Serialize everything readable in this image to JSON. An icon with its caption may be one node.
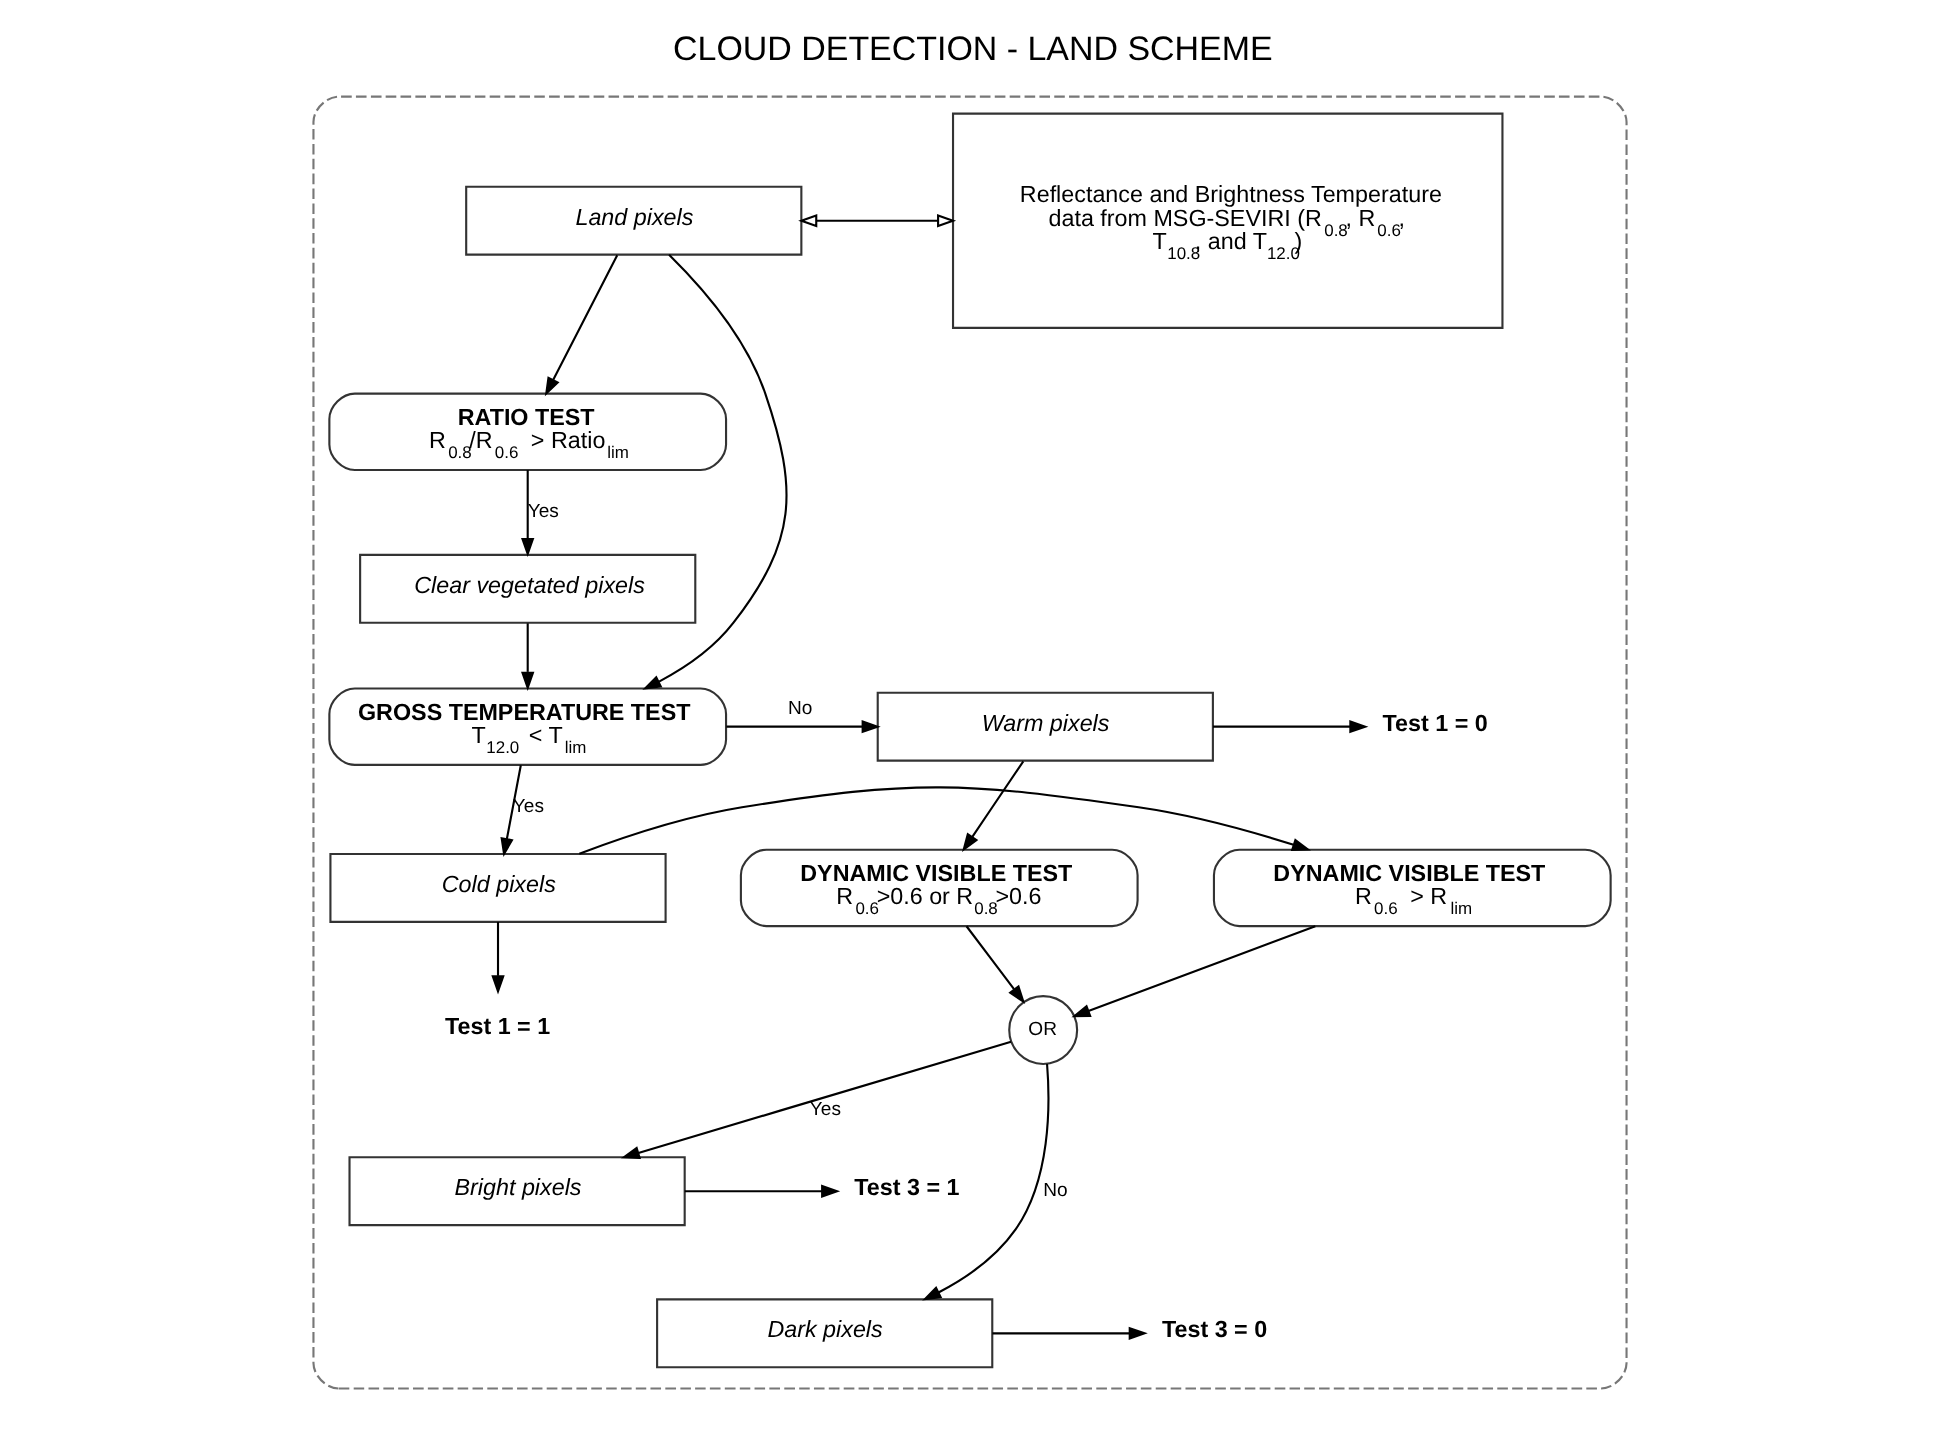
{
  "diagram": {
    "title": "CLOUD DETECTION - LAND SCHEME",
    "nodes": [
      {
        "text": [],
        "shape": "box"
      },
      {
        "text": [
          "Land pixels"
        ],
        "in": 0
      },
      {
        "text": [
          "Reflectance and Brightness Temperature data from MSG-SEVIRI (R$_{0.8}$, R$_{0.6}$, T$_{10.8}$, and T$_{12.0}$)"
        ],
        "in": 0
      },
      {
        "text": [
          "RATIO TEST",
          "R$_{0.8}$/R$_{0.6}$ > Ratio$_{lim}$"
        ],
        "in": 0
      },
      {
        "text": [
          "Clear vegetated pixels"
        ],
        "in": 0
      },
      {
        "text": [
          "GROSS TEMPERATURE TEST",
          "T$_{12.0}$ < T$_{lim}$"
        ],
        "in": 0
      },
      {
        "text": [
          "Warm pixels"
        ],
        "in": 0
      },
      {
        "text": [
          "Test 1 = 0"
        ],
        "in": 0
      },
      {
        "text": [
          "DYNAMIC VISIBLE TEST",
          "R$_{0.6}$>0.6 or R$_{0.8}$>0.6"
        ],
        "in": 0
      },
      {
        "text": [
          "Cold pixels"
        ],
        "in": 0
      },
      {
        "text": [
          "DYNAMIC VISIBLE TEST",
          "R$_{0.6}$ > R$_{lim}$"
        ],
        "in": 0
      },
      {
        "text": [
          "OR"
        ],
        "in": 0
      },
      {
        "text": [
          "Bright pixels"
        ],
        "in": 0
      },
      {
        "text": [
          "Test 3 = 1"
        ],
        "in": 0
      },
      {
        "text": [
          "Dark pixels"
        ],
        "in": 0
      },
      {
        "text": [
          "Test 3 = 0"
        ],
        "in": 0
      },
      {
        "text": [
          "Test 1 = 1"
        ],
        "in": 0
      }
    ],
    "edges": [
      {
        "from": 1,
        "to": 2,
        "arrow": "both"
      },
      {
        "from": 1,
        "to": 3,
        "arrow": "to"
      },
      {
        "from": 3,
        "to": 4,
        "arrow": "to",
        "label": "Yes"
      },
      {
        "from": 4,
        "to": 5,
        "arrow": "to"
      },
      {
        "from": 1,
        "to": 5,
        "arrow": "to"
      },
      {
        "from": 5,
        "to": 6,
        "arrow": "to",
        "label": "No"
      },
      {
        "from": 6,
        "to": 7,
        "arrow": "to"
      },
      {
        "from": 6,
        "to": 8,
        "arrow": "to"
      },
      {
        "from": 5,
        "to": 9,
        "arrow": "to",
        "label": "Yes"
      },
      {
        "from": 9,
        "to": 10,
        "arrow": "to"
      },
      {
        "from": 9,
        "to": 16,
        "arrow": "to"
      },
      {
        "from": 8,
        "to": 11,
        "arrow": "to"
      },
      {
        "from": 10,
        "to": 11,
        "arrow": "to"
      },
      {
        "from": 11,
        "to": 12,
        "arrow": "to",
        "label": "Yes"
      },
      {
        "from": 11,
        "to": 14,
        "arrow": "to",
        "label": "No"
      },
      {
        "from": 12,
        "to": 13,
        "arrow": "to"
      },
      {
        "from": 14,
        "to": 15,
        "arrow": "to"
      }
    ]
  }
}
